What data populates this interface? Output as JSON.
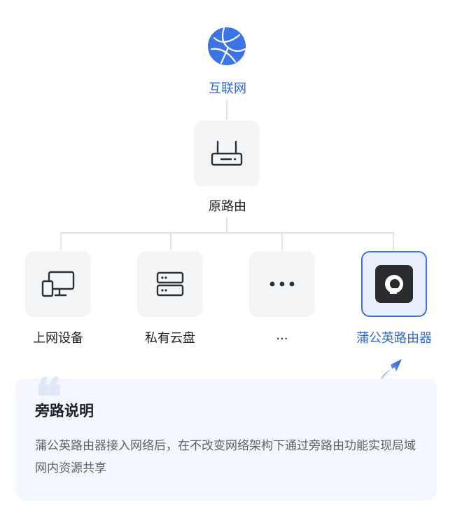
{
  "nodes": {
    "internet": {
      "label": "互联网",
      "icon": "globe-icon"
    },
    "original_router": {
      "label": "原路由",
      "icon": "router-icon"
    },
    "devices": [
      {
        "label": "上网设备",
        "icon": "devices-icon"
      },
      {
        "label": "私有云盘",
        "icon": "storage-server-icon"
      },
      {
        "label": "...",
        "icon": "more-icon"
      },
      {
        "label": "蒲公英路由器",
        "icon": "pgy-router-icon",
        "highlighted": true
      }
    ]
  },
  "info_card": {
    "title": "旁路说明",
    "body": "蒲公英路由器接入网络后，在不改变网络架构下通过旁路由功能实现局域网内资源共享"
  },
  "colors": {
    "accent": "#3567d6",
    "tile_bg": "#f4f5f7",
    "card_bg": "#f4f7fd"
  }
}
